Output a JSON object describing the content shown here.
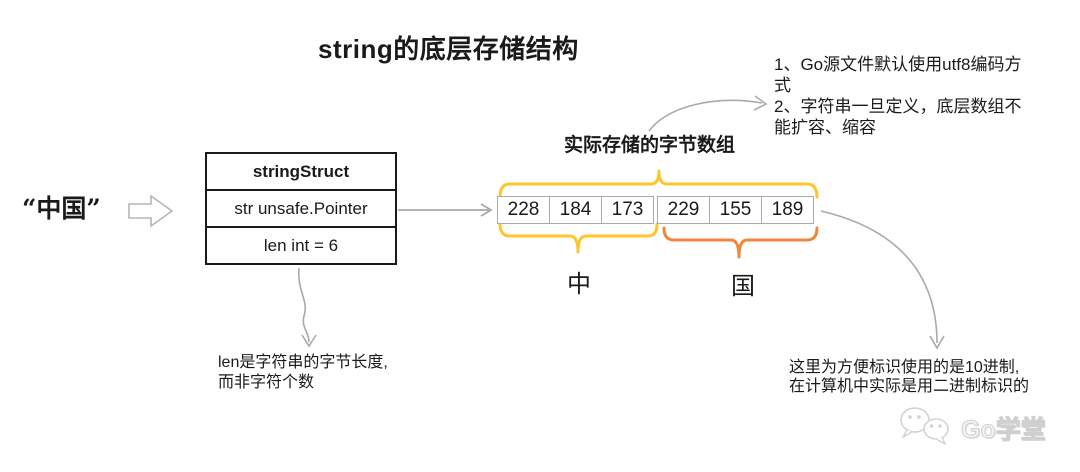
{
  "title": "string的底层存储结构",
  "source": {
    "text": "“中国”"
  },
  "string_struct": {
    "header": "stringStruct",
    "fields": [
      "str unsafe.Pointer",
      "len int = 6"
    ]
  },
  "byte_array": {
    "label": "实际存储的字节数组",
    "groups": [
      {
        "char": "中",
        "bytes": [
          "228",
          "184",
          "173"
        ]
      },
      {
        "char": "国",
        "bytes": [
          "229",
          "155",
          "189"
        ]
      }
    ]
  },
  "notes": {
    "encoding_note_lines": [
      "1、Go源文件默认使用utf8编码方",
      "式",
      "2、字符串一旦定义，底层数组不",
      "能扩容、缩容"
    ],
    "len_note_lines": [
      "len是字符串的字节长度,",
      "而非字符个数"
    ],
    "decimal_note_lines": [
      "这里为方便标识使用的是10进制,",
      "在计算机中实际是用二进制标识的"
    ]
  },
  "watermark": {
    "text": "Go学堂"
  },
  "colors": {
    "brace_yellow": "#FFC42E",
    "brace_orange": "#F0863C",
    "connector_gray": "#A9A9A9",
    "block_arrow_gray": "#B5B5B5",
    "cell_border": "#A9A9A9",
    "watermark_gray": "#D2D2D2"
  }
}
